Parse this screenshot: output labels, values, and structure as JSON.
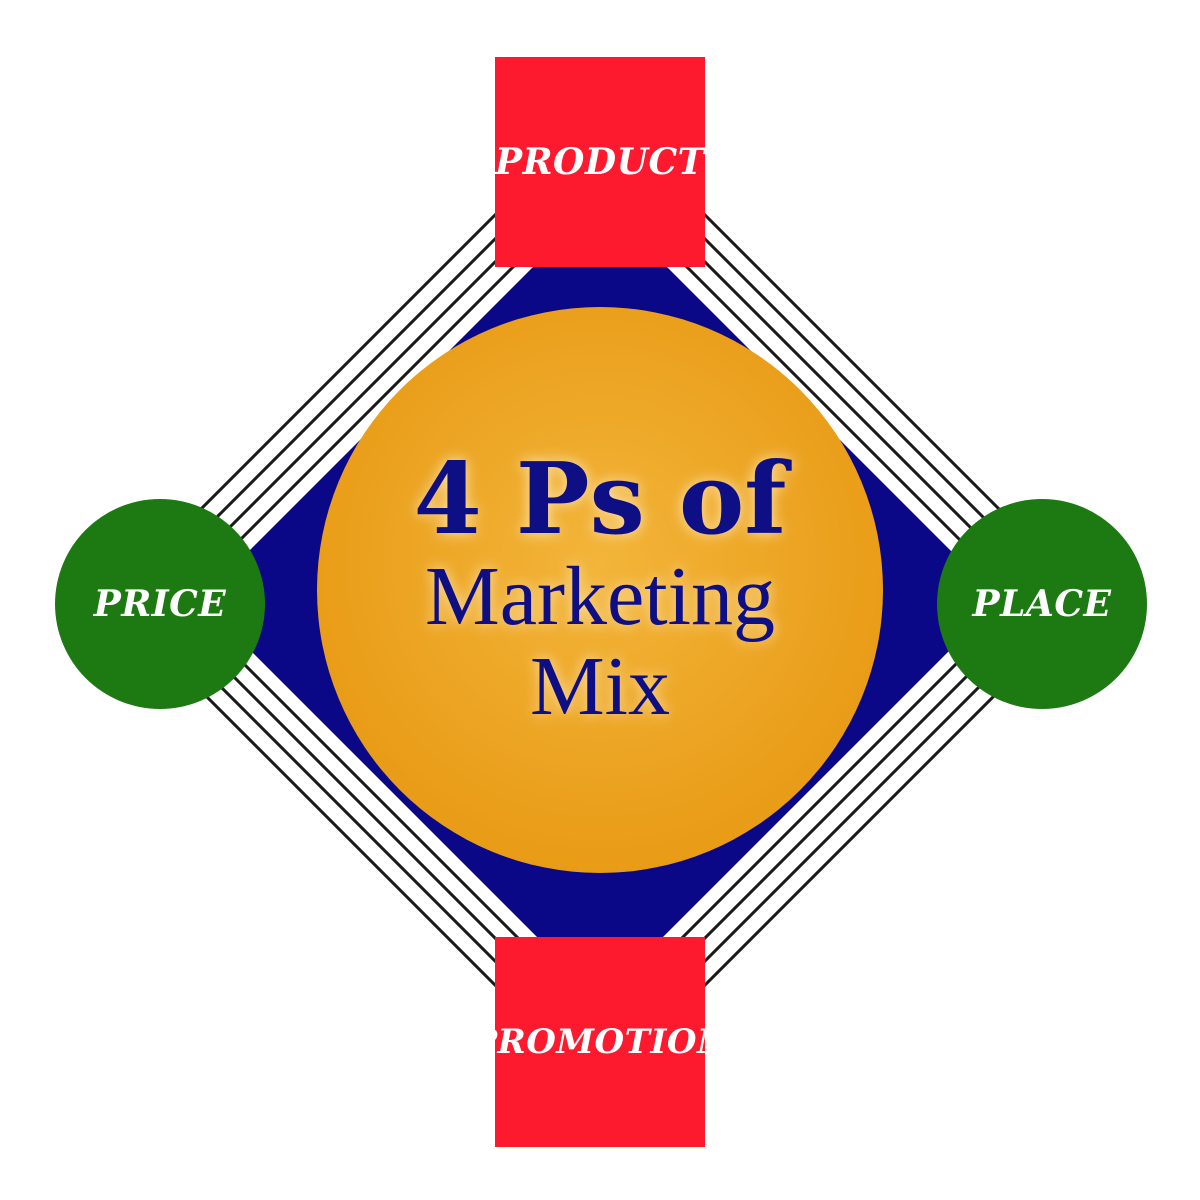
{
  "center": {
    "line1": "4 Ps of",
    "line2": "Marketing",
    "line3": "Mix"
  },
  "nodes": {
    "top": "PRODUCT",
    "left": "PRICE",
    "right": "PLACE",
    "bottom": "PROMOTION"
  },
  "colors": {
    "product_promotion": "#fe1a2e",
    "price_place": "#1d7a13",
    "diamond": "#0b0887",
    "center_circle": "#e99c17",
    "title_text": "#0e0e85",
    "lines": "#1a1a1a"
  }
}
